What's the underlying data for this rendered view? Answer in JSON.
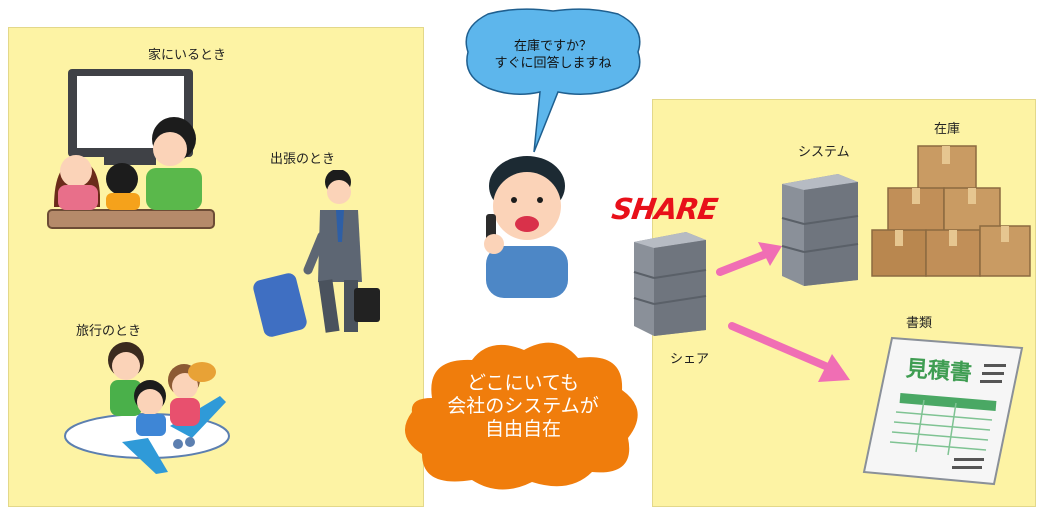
{
  "left_panel": {
    "home_label": "家にいるとき",
    "business_trip_label": "出張のとき",
    "travel_label": "旅行のとき"
  },
  "speech_bubble": {
    "line1": "在庫ですか？",
    "line2": "すぐに回答しますね"
  },
  "cloud": {
    "line1": "どこにいても",
    "line2": "会社のシステムが",
    "line3": "自由自在"
  },
  "right_panel": {
    "brand": "SHARE",
    "share_label": "シェア",
    "system_label": "システム",
    "inventory_label": "在庫",
    "documents_label": "書類",
    "quote_title": "見積書"
  },
  "colors": {
    "panel_bg": "#fdf3a4",
    "bubble_fill": "#5db6ec",
    "cloud_fill": "#f07d0c",
    "arrow": "#f06eb4",
    "brand_red": "#e8101a"
  }
}
